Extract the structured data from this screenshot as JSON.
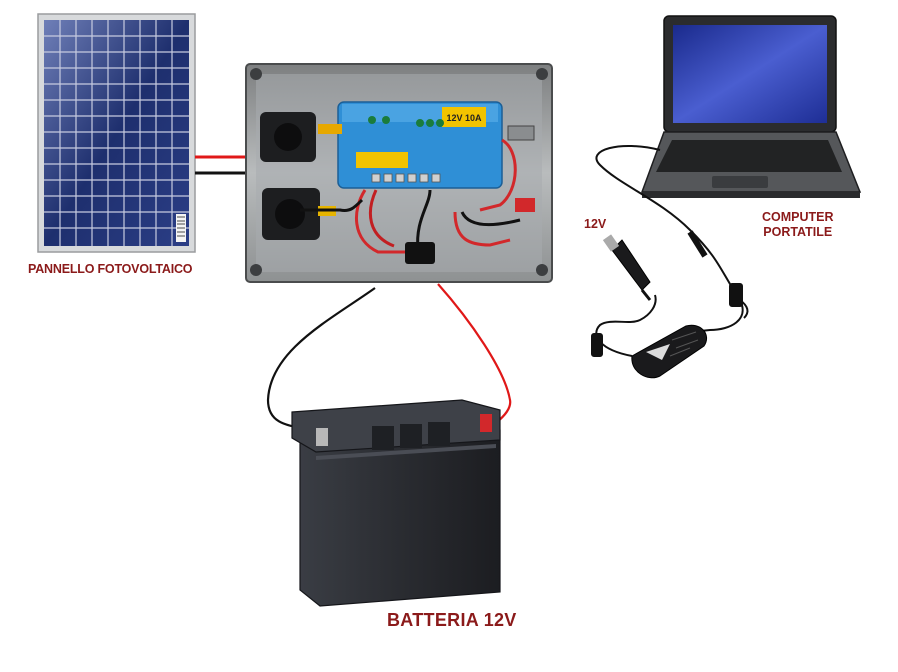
{
  "labels": {
    "solar_panel": "PANNELLO FOTOVOLTAICO",
    "laptop_line1": "COMPUTER",
    "laptop_line2": "PORTATILE",
    "plug_voltage": "12V",
    "battery": "BATTERIA 12V"
  },
  "controller": {
    "rating_label": "12V 10A"
  },
  "colors": {
    "label_text": "#8b1a1a",
    "positive_wire": "#e01818",
    "negative_wire": "#111111",
    "controller_body": "#2f8fd6",
    "panel_cells": "#1e2f6e",
    "battery_case": "#2b2d33"
  }
}
